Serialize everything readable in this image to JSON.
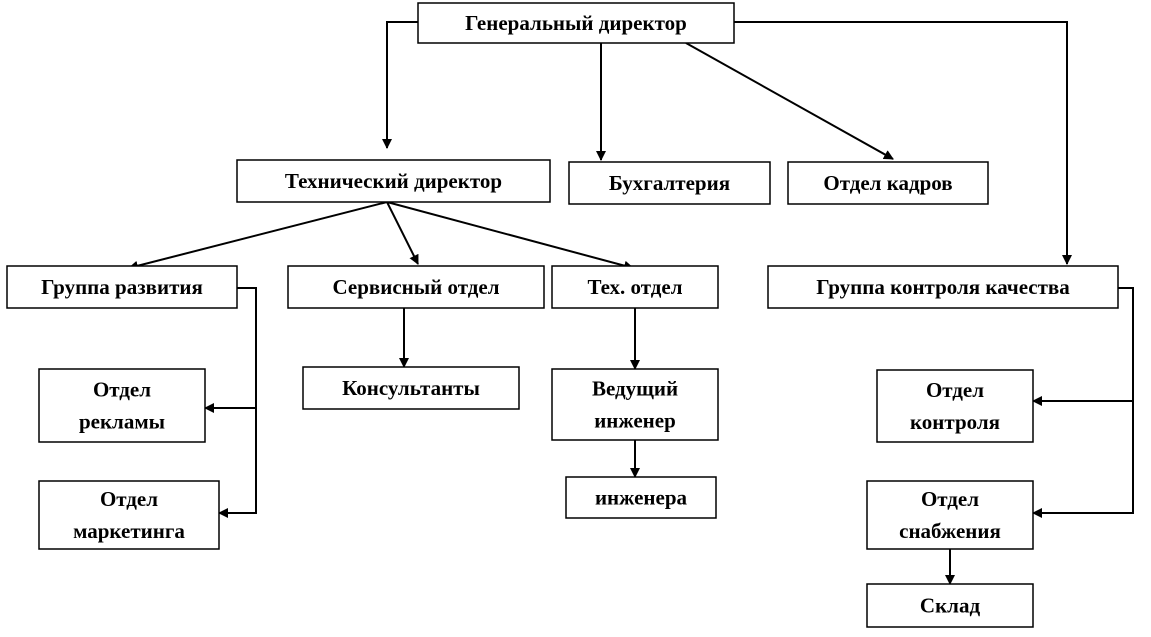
{
  "diagram": {
    "type": "org-chart",
    "colors": {
      "line": "#000000",
      "box_fill": "#ffffff",
      "text": "#000000"
    },
    "nodes": {
      "ceo": {
        "lines": [
          "Генеральный директор"
        ]
      },
      "tech_director": {
        "lines": [
          "Технический директор"
        ]
      },
      "accounting": {
        "lines": [
          "Бухгалтерия"
        ]
      },
      "hr": {
        "lines": [
          "Отдел кадров"
        ]
      },
      "dev_group": {
        "lines": [
          "Группа развития"
        ]
      },
      "service_dept": {
        "lines": [
          "Сервисный отдел"
        ]
      },
      "tech_dept": {
        "lines": [
          "Тех. отдел"
        ]
      },
      "qc_group": {
        "lines": [
          "Группа контроля качества"
        ]
      },
      "ads_dept": {
        "lines": [
          "Отдел",
          "рекламы"
        ]
      },
      "marketing_dept": {
        "lines": [
          "Отдел",
          "маркетинга"
        ]
      },
      "consultants": {
        "lines": [
          "Консультанты"
        ]
      },
      "lead_engineer": {
        "lines": [
          "Ведущий",
          "инженер"
        ]
      },
      "engineers": {
        "lines": [
          "инженера"
        ]
      },
      "control_dept": {
        "lines": [
          "Отдел",
          "контроля"
        ]
      },
      "supply_dept": {
        "lines": [
          "Отдел",
          "снабжения"
        ]
      },
      "warehouse": {
        "lines": [
          "Склад"
        ]
      }
    },
    "edges": [
      [
        "ceo",
        "tech_director"
      ],
      [
        "ceo",
        "accounting"
      ],
      [
        "ceo",
        "hr"
      ],
      [
        "ceo",
        "qc_group"
      ],
      [
        "tech_director",
        "dev_group"
      ],
      [
        "tech_director",
        "service_dept"
      ],
      [
        "tech_director",
        "tech_dept"
      ],
      [
        "dev_group",
        "ads_dept"
      ],
      [
        "dev_group",
        "marketing_dept"
      ],
      [
        "service_dept",
        "consultants"
      ],
      [
        "tech_dept",
        "lead_engineer"
      ],
      [
        "lead_engineer",
        "engineers"
      ],
      [
        "qc_group",
        "control_dept"
      ],
      [
        "qc_group",
        "supply_dept"
      ],
      [
        "supply_dept",
        "warehouse"
      ]
    ]
  }
}
